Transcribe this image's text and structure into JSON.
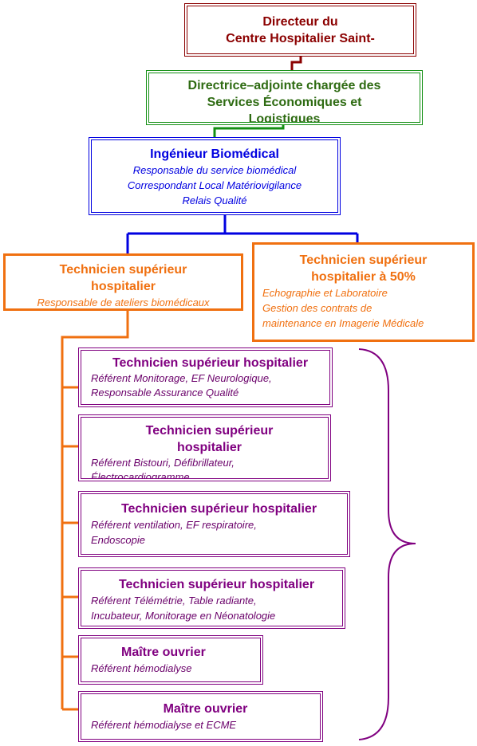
{
  "colors": {
    "director": "#8b0000",
    "deputy": "#2e6b12",
    "green_border": "#138f13",
    "engineer": "#0000e0",
    "technician": "#f07010",
    "team": "#800080",
    "team_text": "#6a006a"
  },
  "director": {
    "line1": "Directeur du",
    "line2": "Centre Hospitalier Saint-"
  },
  "deputy": {
    "line1": "Directrice–adjointe chargée des",
    "line2": "Services Économiques et",
    "line3": "Logistiques"
  },
  "engineer": {
    "title": "Ingénieur Biomédical",
    "lines": [
      "Responsable du service biomédical",
      "Correspondant Local Matériovigilance",
      "Relais Qualité"
    ]
  },
  "tech_left": {
    "title1": "Technicien supérieur",
    "title2": "hospitalier",
    "sub": "Responsable de ateliers biomédicaux"
  },
  "tech_right": {
    "title1": "Technicien supérieur",
    "title2": "hospitalier à 50%",
    "lines": [
      "Echographie et Laboratoire",
      "Gestion des contrats de",
      "maintenance en Imagerie Médicale"
    ]
  },
  "team": [
    {
      "title": "Technicien supérieur hospitalier",
      "lines": [
        "Référent Monitorage, EF Neurologique,",
        "Responsable Assurance Qualité"
      ]
    },
    {
      "title1": "Technicien supérieur",
      "title2": "hospitalier",
      "lines": [
        "Référent Bistouri, Défibrillateur,",
        "Électrocardiogramme"
      ]
    },
    {
      "title": "Technicien supérieur hospitalier",
      "lines": [
        "Référent ventilation, EF respiratoire,",
        "Endoscopie"
      ]
    },
    {
      "title": "Technicien supérieur hospitalier",
      "lines": [
        "Référent Télémétrie, Table radiante,",
        "Incubateur, Monitorage en Néonatologie"
      ]
    },
    {
      "title": "Maître ouvrier",
      "lines": [
        "Référent hémodialyse"
      ]
    },
    {
      "title": "Maître ouvrier",
      "lines": [
        "Référent hémodialyse et ECME"
      ]
    }
  ]
}
